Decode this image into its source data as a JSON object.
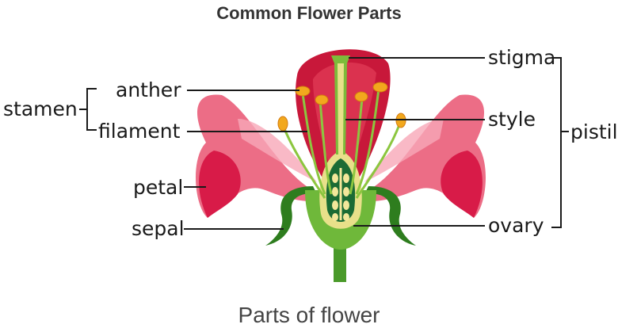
{
  "title": "Common Flower Parts",
  "caption": "Parts of flower",
  "labels": {
    "stamen": "stamen",
    "anther": "anther",
    "filament": "filament",
    "petal": "petal",
    "sepal": "sepal",
    "stigma": "stigma",
    "style": "style",
    "ovary": "ovary",
    "pistil": "pistil"
  },
  "colors": {
    "petal_dark": "#d4213f",
    "petal_mid": "#e84d6a",
    "petal_light": "#f28ca0",
    "sepal": "#2e7d1e",
    "stem": "#4a9a2a",
    "style": "#7dbb3a",
    "ovary_inner": "#1b6b34",
    "ovule": "#f3e79a",
    "anther": "#f2a81d"
  }
}
